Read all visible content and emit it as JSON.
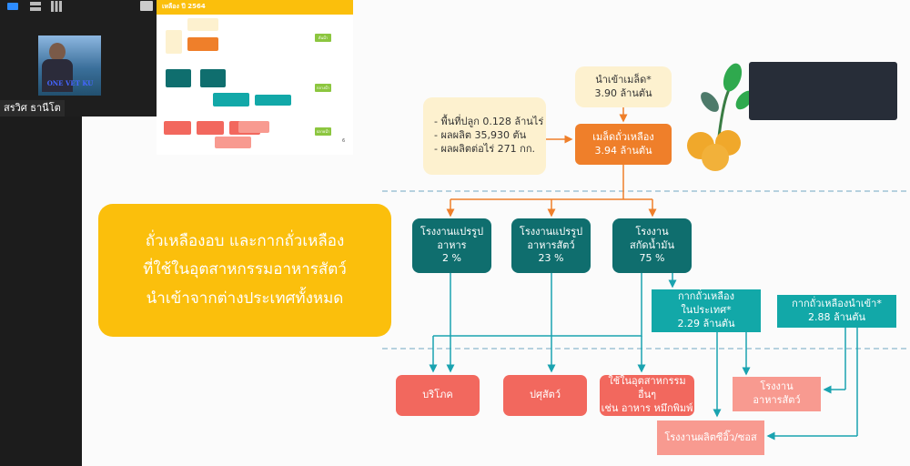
{
  "meeting": {
    "participant_name": "สรวิศ ธานีโต",
    "video_caption": "ONE VET KU",
    "icons": [
      "speaker-view-icon",
      "strip-view-icon",
      "gallery-view-icon",
      "minimize-icon"
    ]
  },
  "thumbnail": {
    "title": "เหลือง ปี 2564",
    "stages": [
      "ต้นน้ำ",
      "กลางน้ำ",
      "ปลายน้ำ"
    ],
    "page": "6"
  },
  "slide": {
    "callout": "ถั่วเหลืองอบ และกากถั่วเหลือง\nที่ใช้ในอุตสาหกรรมอาหารสัตว์\nนำเข้าจากต่างประเทศทั้งหมด",
    "production_info": "- พื้นที่ปลูก 0.128 ล้านไร่\n- ผลผลิต 35,930 ตัน\n- ผลผลิตต่อไร่ 271 กก.",
    "seed_import": "นำเข้าเมล็ด*\n3.90 ล้านตัน",
    "soybean_seed": "เมล็ดถั่วเหลือง\n3.94 ล้านตัน",
    "processors": [
      {
        "label": "โรงงานแปรรูป\nอาหาร\n2 %"
      },
      {
        "label": "โรงงานแปรรูป\nอาหารสัตว์\n23 %"
      },
      {
        "label": "โรงงาน\nสกัดน้ำมัน\n75 %"
      }
    ],
    "meal_domestic": "กากถั่วเหลือง\nในประเทศ*\n2.29 ล้านตัน",
    "meal_import": "กากถั่วเหลืองนำเข้า*\n2.88 ล้านตัน",
    "end_uses": [
      "บริโภค",
      "ปศุสัตว์",
      "ใช้ในอุตสาหกรรมอื่นๆ\nเช่น อาหาร หมึกพิมพ์"
    ],
    "feed_mill": "โรงงาน\nอาหารสัตว์",
    "soy_sauce": "โรงงานผลิตซีอิ๊ว/ซอส"
  },
  "colors": {
    "orange": "#ef7f2a",
    "teal": "#0f6e6e",
    "teal_light": "#12a8a8",
    "red": "#f2685e",
    "pink": "#f89a90",
    "yellow": "#fbbf0c",
    "cream": "#fdf1cf"
  }
}
